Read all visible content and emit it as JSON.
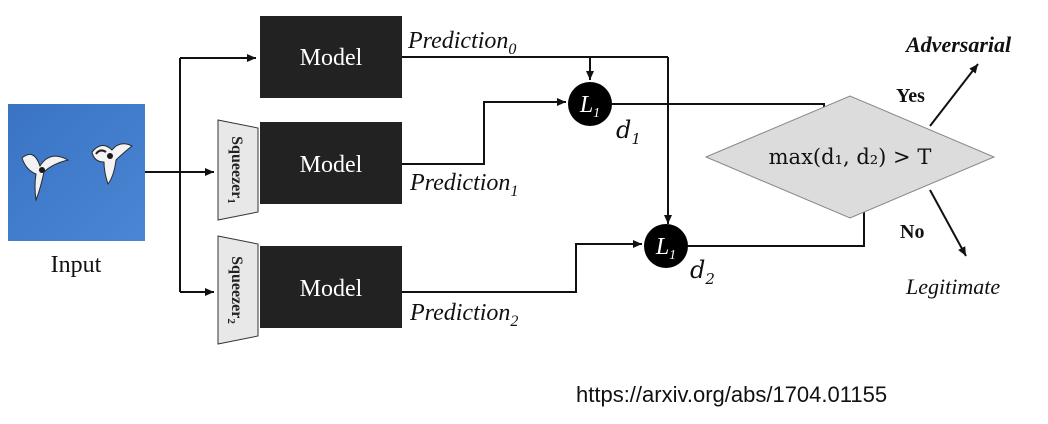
{
  "input": {
    "label": "Input"
  },
  "models": [
    {
      "label": "Model",
      "prediction": "Prediction",
      "index": "0"
    },
    {
      "label": "Model",
      "prediction": "Prediction",
      "index": "1",
      "squeezer": "Squeezer",
      "squeezer_index": "1"
    },
    {
      "label": "Model",
      "prediction": "Prediction",
      "index": "2",
      "squeezer": "Squeezer",
      "squeezer_index": "2"
    }
  ],
  "l1_nodes": [
    {
      "label": "L",
      "sub": "1",
      "distance": "d",
      "distance_sub": "1"
    },
    {
      "label": "L",
      "sub": "1",
      "distance": "d",
      "distance_sub": "2"
    }
  ],
  "decision": {
    "condition": "max(d₁, d₂) > T",
    "yes_label": "Yes",
    "no_label": "No",
    "yes_outcome": "Adversarial",
    "no_outcome": "Legitimate"
  },
  "source_url": "https://arxiv.org/abs/1704.01155",
  "colors": {
    "model_box": "#222222",
    "squeezer_fill": "#e8e8e8",
    "diamond_fill": "#dcdcdc",
    "sky_blue": "#3f78c8",
    "node_fill": "#000000"
  }
}
